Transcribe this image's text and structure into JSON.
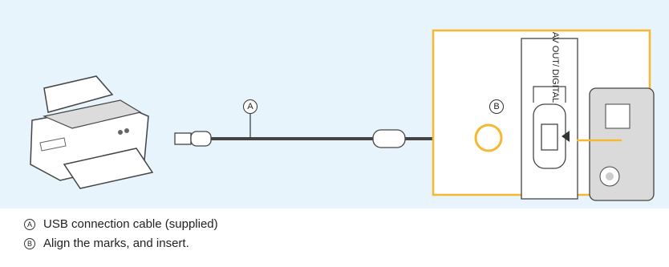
{
  "diagram": {
    "background": "#e7f4fb",
    "highlight_color": "#f7b731",
    "callouts": {
      "a": "A",
      "b": "B"
    },
    "port_label": "AV OUT/ DIGITAL"
  },
  "legend": [
    {
      "marker": "A",
      "text": "USB connection cable (supplied)"
    },
    {
      "marker": "B",
      "text": "Align the marks, and insert."
    }
  ]
}
